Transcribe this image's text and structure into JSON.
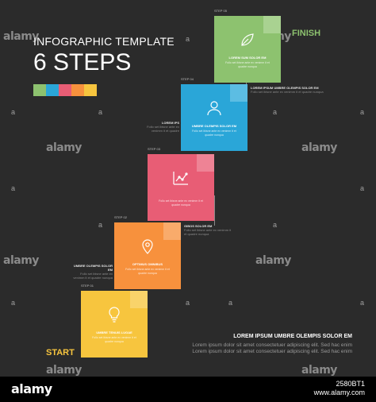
{
  "header": {
    "subtitle": "INFOGRAPHIC TEMPLATE",
    "title": "6 STEPS",
    "swatch_colors": [
      "#8dc26f",
      "#2aa6d8",
      "#e85d75",
      "#f7913d",
      "#f7c53e"
    ]
  },
  "labels": {
    "start": "START",
    "finish": "FINISH"
  },
  "steps": [
    {
      "num": "STEP 01",
      "color": "#f7c53e",
      "tab_color": "#f9d36a",
      "icon": "lightbulb-icon",
      "title": "UMBRE TENUIS LUGAE",
      "text": "Follo set ibisne ante ex venimm it et quadre nunqua",
      "note_title": "",
      "note_text": ""
    },
    {
      "num": "STEP 02",
      "color": "#f7913d",
      "tab_color": "#f9ab6b",
      "icon": "map-pin-icon",
      "title": "OPTIMUS OMNIBUS",
      "text": "Follo set ibisne ante ex venimm it et quadre nunqua",
      "note_title": "UMBRE OLEMPIS SOLOR EM",
      "note_text": "Follo set ibisne ante ex venimm it et quadre nunqua"
    },
    {
      "num": "STEP 03",
      "color": "#e85d75",
      "tab_color": "#ee8395",
      "icon": "chart-icon",
      "title": "",
      "text": "Follo set ibisne ante ex venimm it et quadre nunqua",
      "note_title": "GIBOS SOLOR EM",
      "note_text": "Follo set ibisne ante ex venimm it et quadre nunqua"
    },
    {
      "num": "STEP 04",
      "color": "#2aa6d8",
      "tab_color": "#5cbde3",
      "icon": "user-icon",
      "title": "UMBRE OLEMPIS SOLOR EM",
      "text": "Follo set ibisne ante ex venimm it et quadre nunqua",
      "note_title": "LOREM IPS",
      "note_text": "Follo set ibisne ante ex venimm it et quadre"
    },
    {
      "num": "STEP 05",
      "color": "#8dc26f",
      "tab_color": "#a9d291",
      "icon": "leaf-icon",
      "title": "LOREM SUM SOLOR EM",
      "text": "Follo set ibisne ante ex venimm it et quadre nunqua",
      "note_title": "LOREM IPSUM UMBRE OLEMPIS SOLOR EM",
      "note_text": "Follo set ibisne ante ex venimm it et quadre nunqua"
    }
  ],
  "bottom": {
    "title": "LOREM IPSUM UMBRE OLEMPIS SOLOR EM",
    "text": "Lorem ipsum dolor sit amet consectetuer adipiscing elit. Sed hac enim Lorem ipsum dolor sit amet consectetuer adipiscing elit. Sed hac enim"
  },
  "watermark": {
    "logo": "alamy",
    "dot": "a"
  },
  "stock": {
    "logo": "alamy",
    "image_id": "2580BT1",
    "site": "www.alamy.com"
  }
}
